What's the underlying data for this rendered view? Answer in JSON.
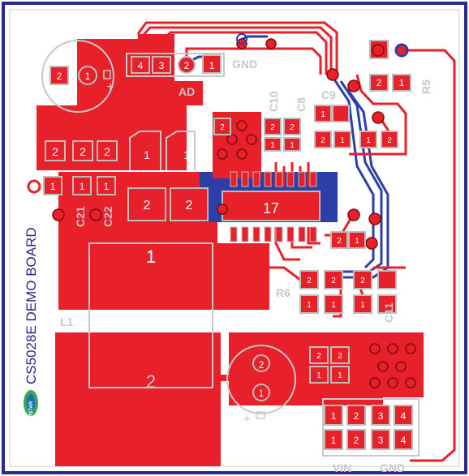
{
  "board": {
    "title": "CS5028E DEMO BOARD",
    "logo_text": "CHIPSTAR",
    "colors": {
      "outline": "#2a2a8c",
      "copper_top": "#e8202a",
      "copper_bottom": "#2c3fa8",
      "silkscreen": "#c8c8c8",
      "pad_outline": "#bdbdbd",
      "background": "#ffffff",
      "logo_green": "#3aa655",
      "logo_blue": "#1f6fb7"
    }
  },
  "labels": {
    "gnd_top": "GND",
    "ad": "AD",
    "r5": "R5",
    "c10": "C10",
    "c8": "C8",
    "c9": "C9",
    "c21": "C21",
    "c22": "C22",
    "r6": "R6",
    "c11": "C11",
    "l1": "L1",
    "ic_pad": "17",
    "vin": "VIN",
    "gnd_bottom": "GND"
  },
  "pad_numbers": {
    "one": "1",
    "two": "2",
    "three": "3",
    "four": "4",
    "plus": "+"
  }
}
